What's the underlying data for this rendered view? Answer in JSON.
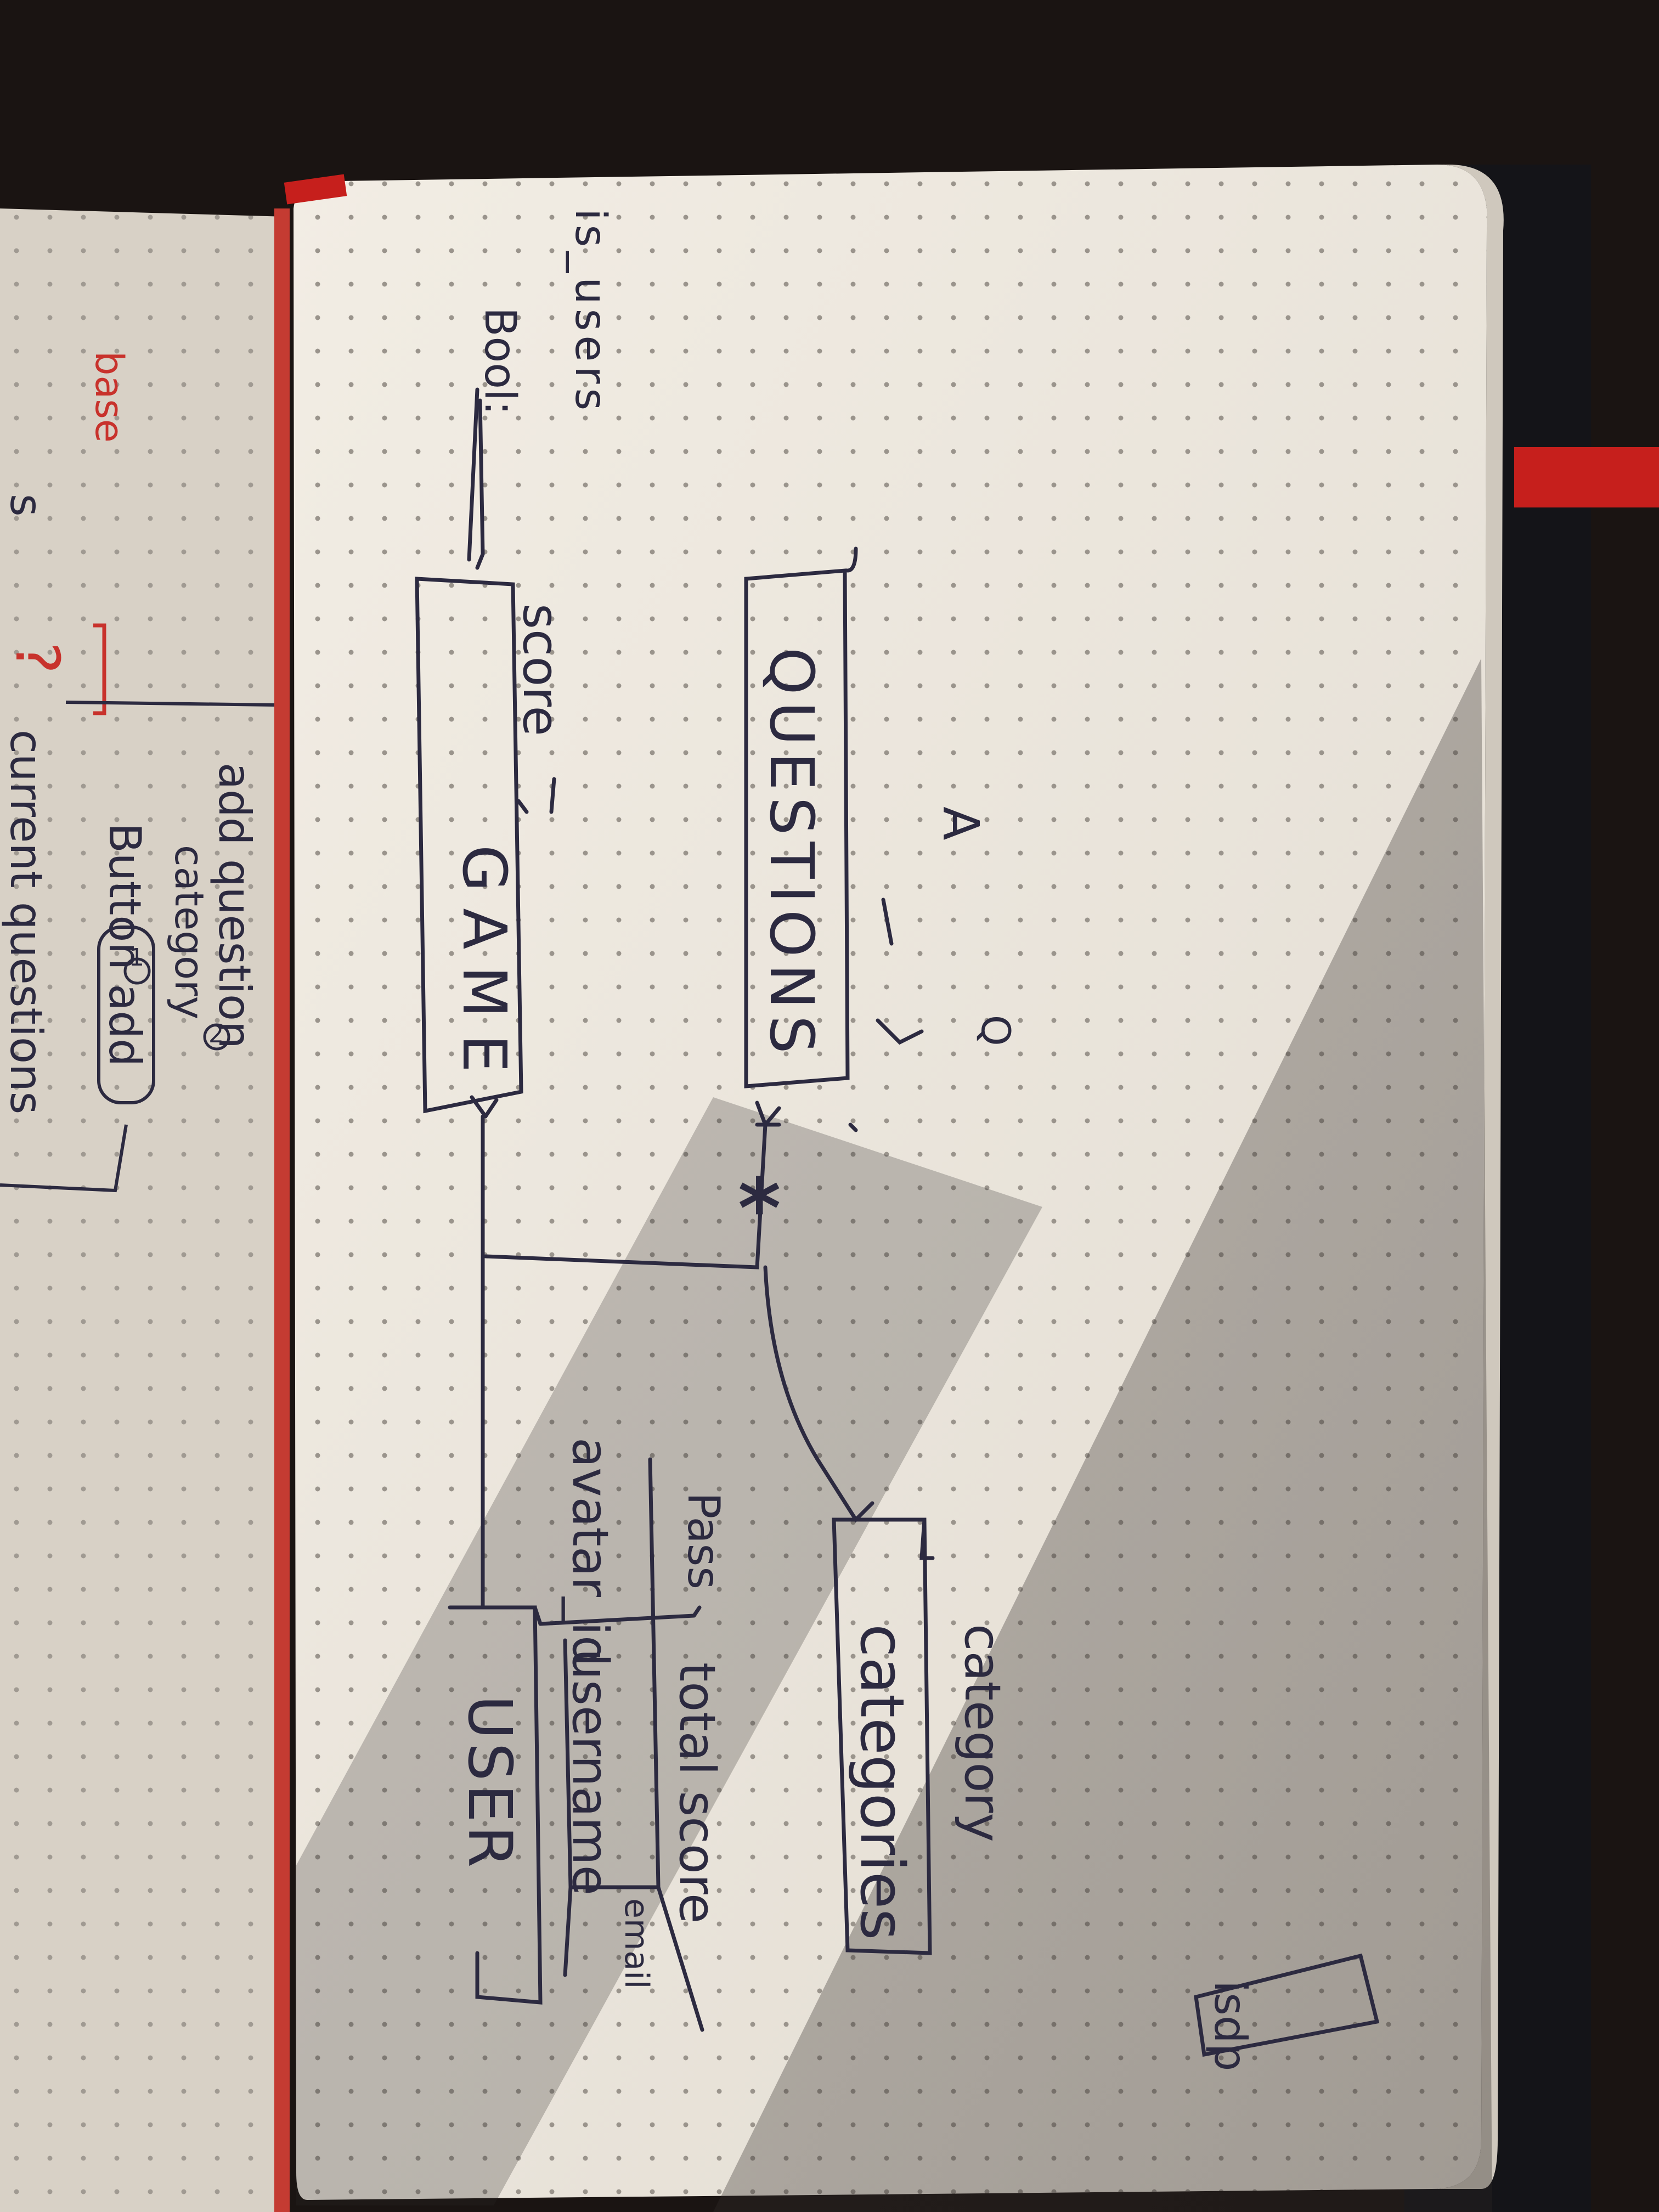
{
  "left_page": {
    "heading_fragment": "base",
    "current_questions": "current questions",
    "question_mark": "?",
    "button_add": "Button add",
    "step_marker_1": "1",
    "step_marker_2": "2",
    "category": "category",
    "add_question": "add question",
    "fragment_s": "s"
  },
  "diagram": {
    "user_entity": "USER",
    "game_entity": "GAME",
    "questions_entity": "QUESTIONS",
    "categories_entity": "categories",
    "many_marker": "*",
    "user_fields": [
      "username",
      "avatar_id",
      "email",
      "total score",
      "Pass"
    ],
    "game_fields": [
      "score",
      "Bool:",
      "is_users"
    ],
    "questions_fields": [
      "Q",
      "A"
    ],
    "categories_fields": [
      "category"
    ],
    "corner_tag": "isdp"
  },
  "colors": {
    "paper": "#ece7de",
    "ink": "#2c2a40",
    "red_ink": "#c8322c",
    "ribbon": "#c61f1c",
    "background": "#1a1412"
  }
}
